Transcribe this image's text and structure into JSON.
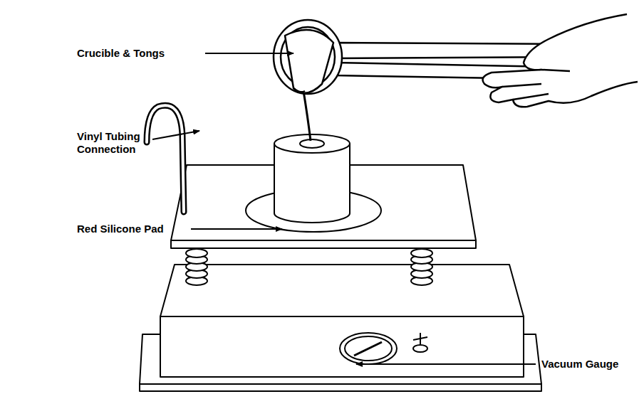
{
  "diagram": {
    "labels": [
      "Crucible & Tongs",
      "Vinyl Tubing Connection",
      "Red Silicone Pad",
      "Vacuum Gauge"
    ]
  }
}
